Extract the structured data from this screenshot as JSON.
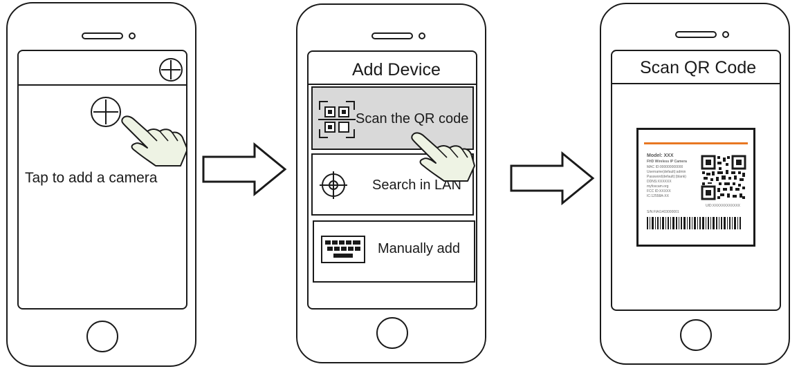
{
  "colors": {
    "outline": "#1a1a1a",
    "selected_option": "#d9d9d9",
    "hand_fill": "#eef3e4",
    "label_accent": "#e87722"
  },
  "step1": {
    "instruction": "Tap  to add a camera"
  },
  "step2": {
    "title": "Add Device",
    "options": [
      {
        "label": "Scan the QR code",
        "icon": "qr-scan-icon",
        "selected": true
      },
      {
        "label": "Search in LAN",
        "icon": "crosshair-icon",
        "selected": false
      },
      {
        "label": "Manually add",
        "icon": "keyboard-icon",
        "selected": false
      }
    ]
  },
  "step3": {
    "title": "Scan QR Code",
    "label": {
      "model": "Model: XXX",
      "product": "FHD Wireless IP Camera",
      "lines": [
        "MAC ID:000000000000",
        "Username(default):admin",
        "Password(default):(blank)",
        "DDNS:XXXXXX",
        "myfoscam.org",
        "FCC ID:XXXXX",
        "IC:12558A-XX"
      ],
      "uid": "UID:XXXXXXXXXXXX",
      "serial": "S/N:FIAI1403000001"
    }
  }
}
